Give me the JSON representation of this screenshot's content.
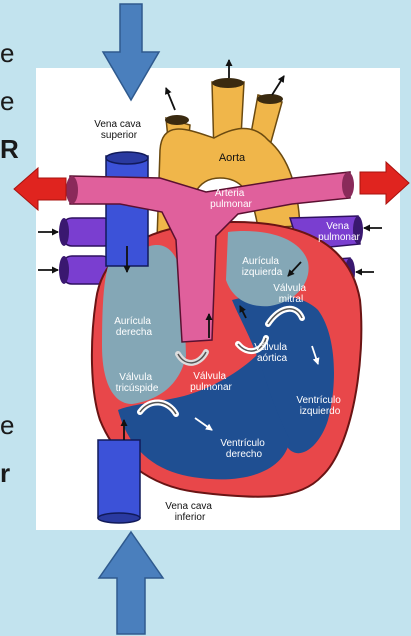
{
  "left_text_fragments": [
    "e",
    "e",
    "R",
    "e",
    "r"
  ],
  "labels": {
    "vena_cava_superior": [
      "Vena cava",
      "superior"
    ],
    "aorta": "Aorta",
    "arteria_pulmonar": [
      "Arteria",
      "pulmonar"
    ],
    "vena_pulmonar": [
      "Vena",
      "pulmonar"
    ],
    "auricula_izquierda": [
      "Aurícula",
      "izquierda"
    ],
    "valvula_mitral": [
      "Válvula",
      "mitral"
    ],
    "auricula_derecha": [
      "Aurícula",
      "derecha"
    ],
    "valvula_aortica": [
      "Válvula",
      "aórtica"
    ],
    "valvula_pulmonar": [
      "Válvula",
      "pulmonar"
    ],
    "valvula_tricuspide": [
      "Válvula",
      "tricúspide"
    ],
    "ventriculo_izquierdo": [
      "Ventrículo",
      "izquierdo"
    ],
    "ventriculo_derecho": [
      "Ventrículo",
      "derecho"
    ],
    "vena_cava_inferior": [
      "Vena cava",
      "inferior"
    ]
  },
  "colors": {
    "background": "#c2e3ee",
    "aorta": "#f0b64a",
    "pulmonary_artery": "#e0609c",
    "vena_cava": "#3c52d8",
    "pulmonary_vein": "#7a3ed0",
    "muscle": "#e8474a",
    "atrium": "#84a7b6",
    "ventricle": "#1f4f92",
    "blue_arrow": "#4a7fbd",
    "red_arrow": "#e0241f"
  }
}
